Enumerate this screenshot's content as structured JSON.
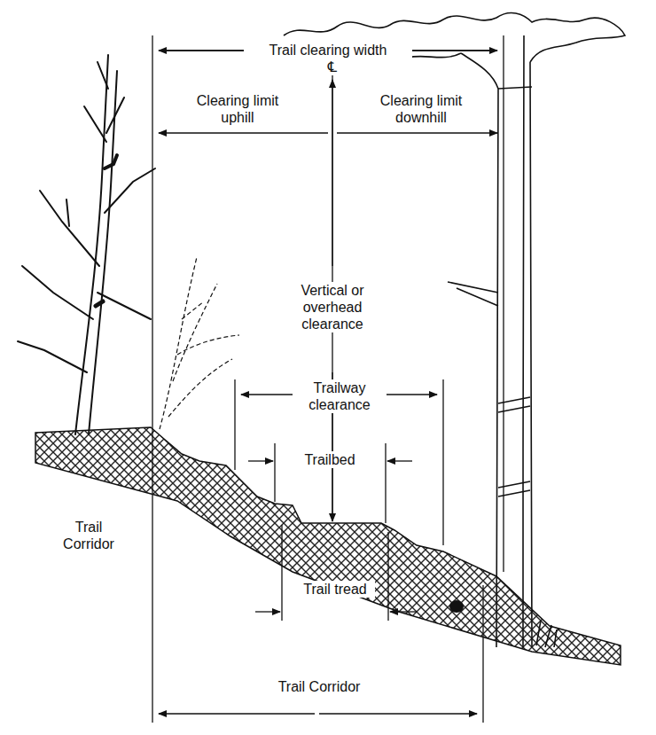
{
  "diagram": {
    "labels": [
      "Trail clearing width",
      "℄",
      "Clearing limit uphill",
      "Clearing limit downhill",
      "Vertical or overhead clearance",
      "Trailway clearance",
      "Trailbed",
      "Trail tread",
      "Trail Corridor",
      "Trail Corridor"
    ]
  }
}
